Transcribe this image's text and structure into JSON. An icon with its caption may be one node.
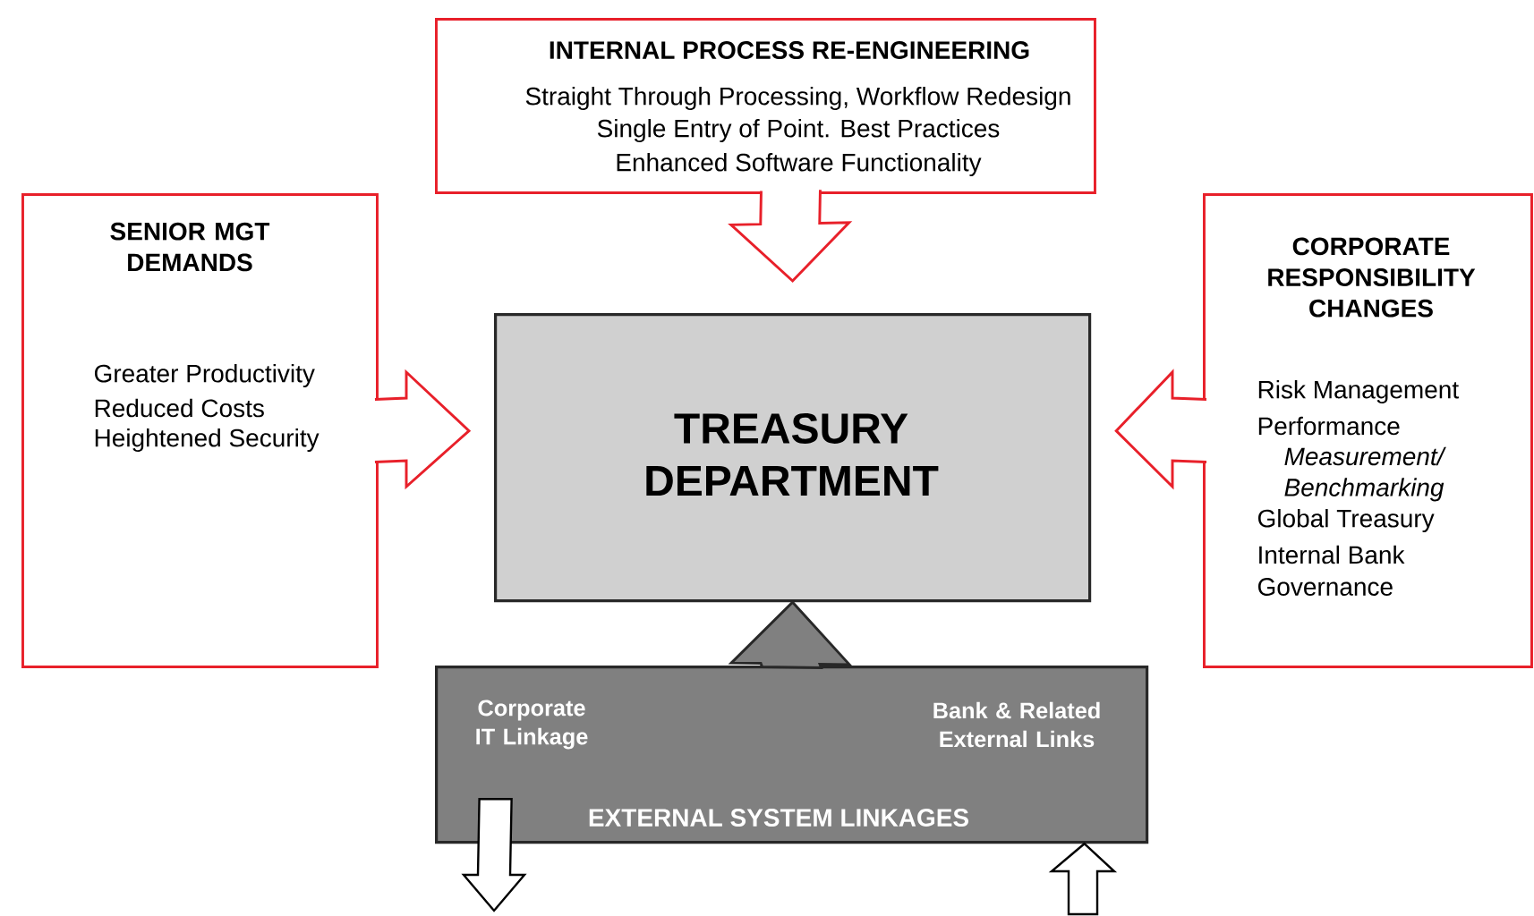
{
  "diagram": {
    "nodes": [
      {
        "text": [
          "TREASURY DEPARTMENT"
        ]
      },
      {
        "text": [
          "INTERNAL PROCESS RE-ENGINEERING",
          "Straight Through Processing, Workflow Redesign",
          "Single Entry of Point. Best Practices",
          "Enhanced Software Functionality"
        ]
      },
      {
        "text": [
          "SENIOR MGT DEMANDS",
          "Greater Productivity",
          "Reduced Costs",
          "Heightened Security"
        ]
      },
      {
        "text": [
          "CORPORATE RESPONSIBILITY CHANGES",
          "Risk Management",
          "Performance",
          "Measurement/ Benchmarking",
          "Global Treasury",
          "Internal Bank",
          "Governance"
        ]
      },
      {
        "text": [
          "Corporate IT Linkage",
          "Bank & Related External Links",
          "EXTERNAL SYSTEM LINKAGES"
        ]
      }
    ],
    "edges": [
      {
        "from": 1,
        "to": 0,
        "arrow": "to"
      },
      {
        "from": 2,
        "to": 0,
        "arrow": "to"
      },
      {
        "from": 3,
        "to": 0,
        "arrow": "to"
      },
      {
        "from": 4,
        "to": 0,
        "arrow": "to",
        "color": "#808080"
      },
      {
        "from": 4,
        "to": null,
        "arrow": "to",
        "color": "#000000"
      },
      {
        "from": null,
        "to": 4,
        "arrow": "to",
        "color": "#000000"
      }
    ]
  }
}
